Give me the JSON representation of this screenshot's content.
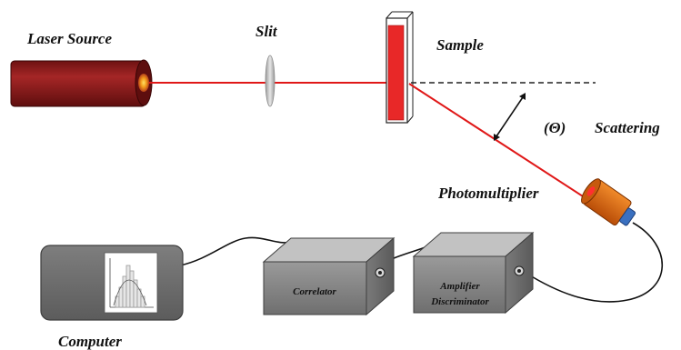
{
  "labels": {
    "laser_source": "Laser Source",
    "slit": "Slit",
    "sample": "Sample",
    "theta": "(Θ)",
    "scattering": "Scattering",
    "photomultiplier": "Photomultiplier",
    "computer": "Computer",
    "correlator": "Correlator",
    "amplifier_line1": "Amplifier",
    "amplifier_line2": "Discriminator"
  },
  "colors": {
    "laser_body": "#8e1c1c",
    "laser_beam": "#e01818",
    "sample_fill": "#e82828",
    "detector_body": "#e06a10",
    "detector_cap": "#3a70c0",
    "box_fill": "#8c8c8c",
    "box_top": "#bdbdbd",
    "screen_fill": "#ffffff",
    "histogram": "#d8d8d8"
  },
  "icons": {
    "laser": "cylinder-laser-icon",
    "slit": "lens-slit-icon",
    "sample": "cuvette-icon",
    "detector": "photomultiplier-icon",
    "computer": "monitor-icon",
    "correlator": "instrument-box-icon",
    "amplifier": "instrument-box-icon",
    "rotation_arrow": "double-arrow-icon"
  }
}
